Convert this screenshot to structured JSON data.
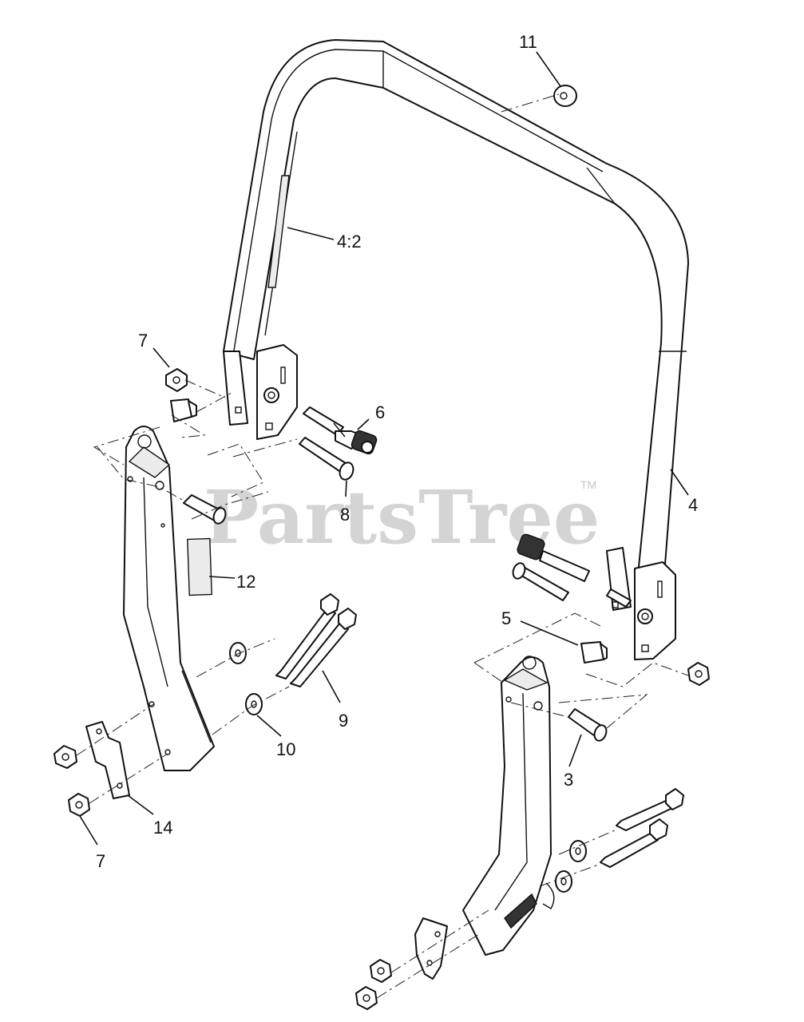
{
  "watermark": {
    "text": "PartsTree",
    "trademark": "TM"
  },
  "callouts": [
    "11",
    "4:2",
    "7",
    "6",
    "8",
    "4",
    "12",
    "5",
    "9",
    "10",
    "3",
    "14",
    "7"
  ]
}
